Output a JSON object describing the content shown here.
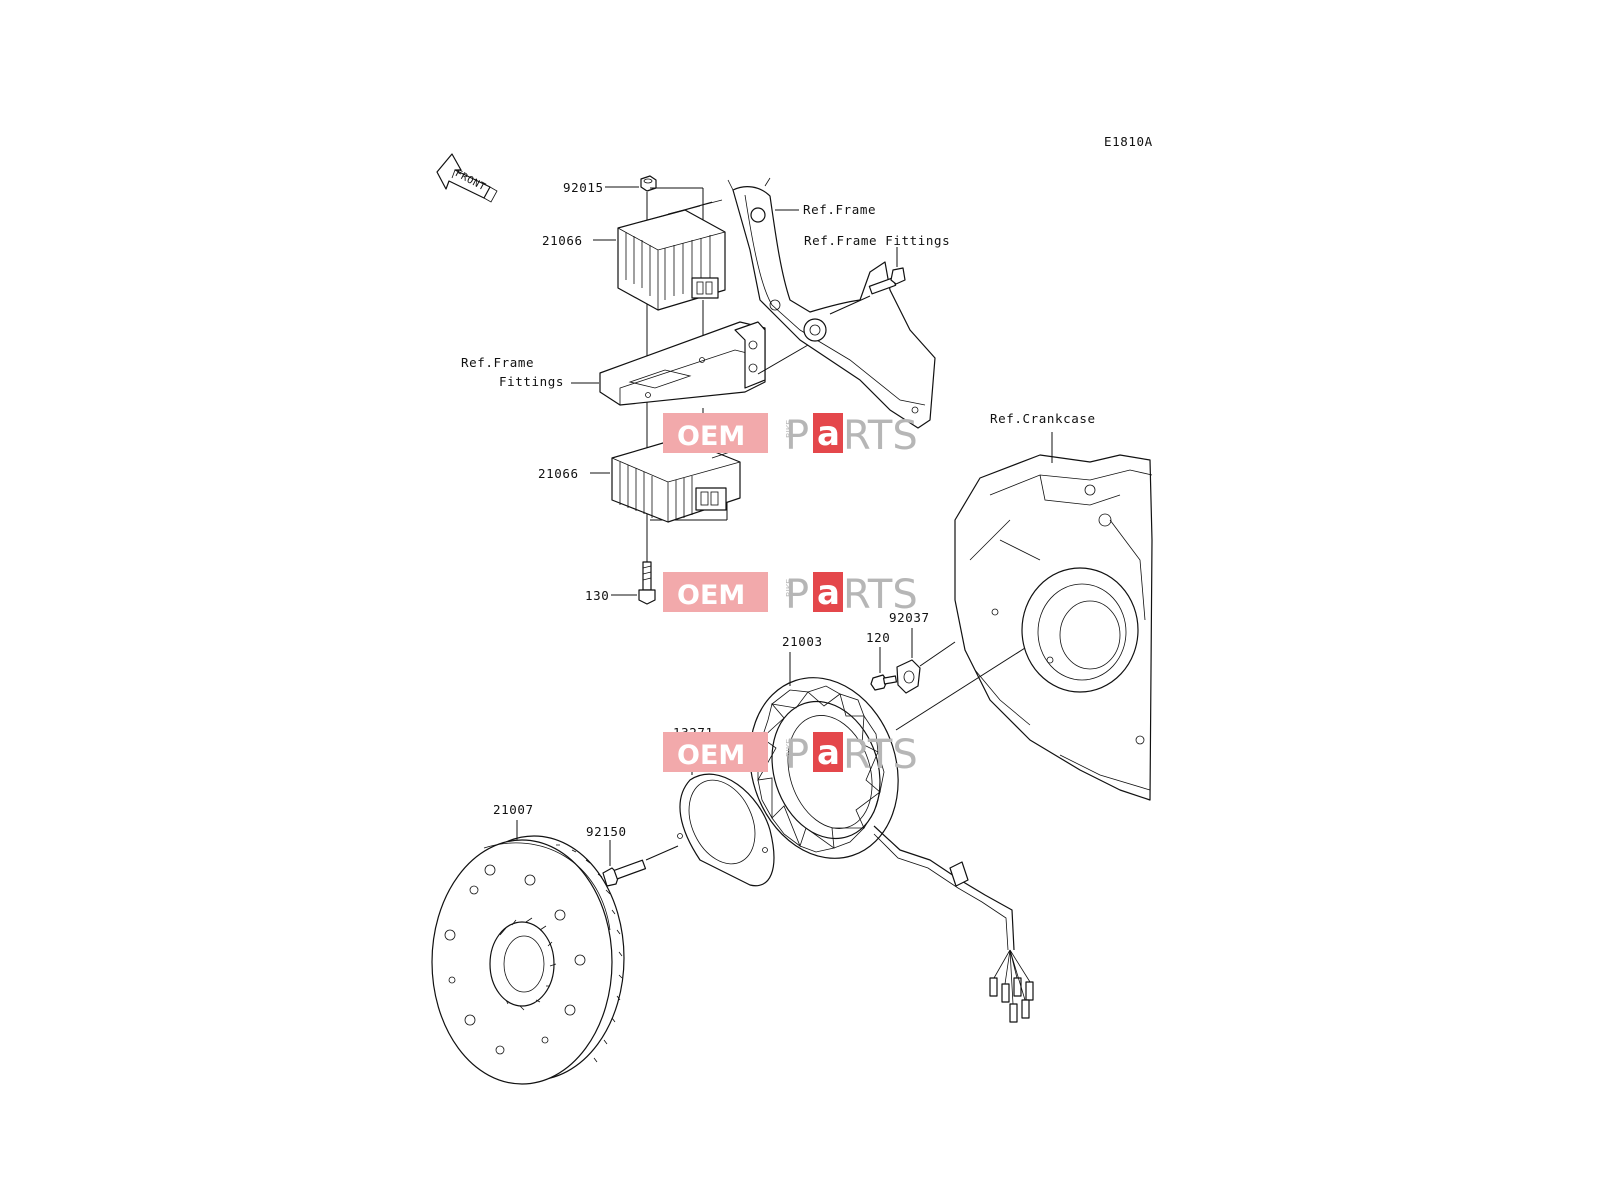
{
  "diagram": {
    "code": "E1810A",
    "front_label": "FRONT",
    "labels": {
      "nut_92015": "92015",
      "regulator_top_21066": "21066",
      "ref_frame_fittings_left_line1": "Ref.Frame",
      "ref_frame_fittings_left_line2": "Fittings",
      "regulator_bottom_21066": "21066",
      "bolt_130": "130",
      "ref_frame": "Ref.Frame",
      "ref_frame_fittings_right": "Ref.Frame Fittings",
      "ref_crankcase": "Ref.Crankcase",
      "clamp_92037": "92037",
      "screw_120": "120",
      "stator_21003": "21003",
      "gasket_13271": "13271",
      "rotor_21007": "21007",
      "bolt_92150": "92150"
    },
    "watermark": {
      "oem": "OEM",
      "bike": "BIKE",
      "p": "P",
      "a": "a",
      "rts": "RTS",
      "colors": {
        "oem_bg": "#f2a9ab",
        "a_bg": "#e4474b",
        "text_gray": "#b6b6b6"
      }
    }
  }
}
